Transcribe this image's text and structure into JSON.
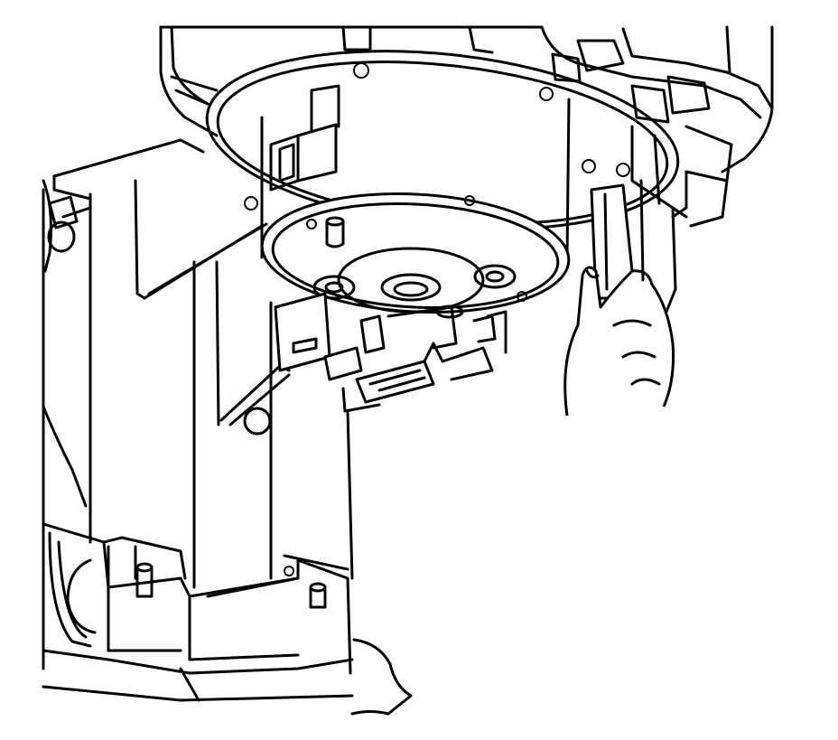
{
  "figure": {
    "description_text": "",
    "colors": {
      "ink": "#000000",
      "paper": "#ffffff"
    },
    "components": [
      "blower-motor-housing",
      "blower-motor-assembly",
      "electrical-connector",
      "hvac-module-case",
      "hand"
    ]
  }
}
